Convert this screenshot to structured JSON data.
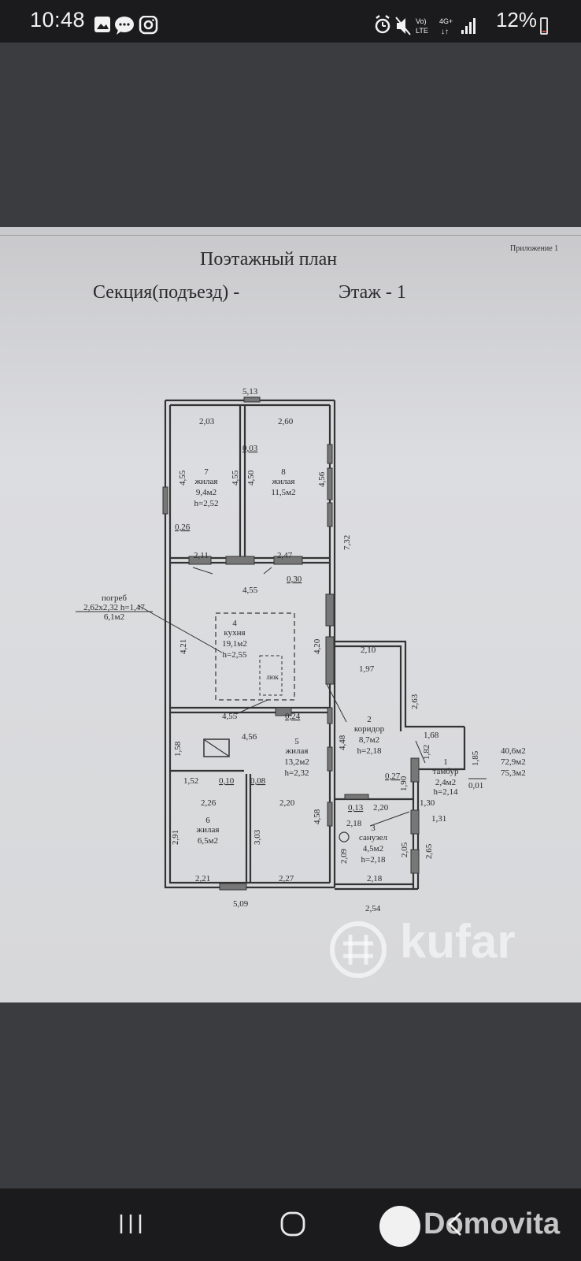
{
  "status_bar": {
    "time": "10:48",
    "network_volte": "Vo) LTE",
    "network_4g": "4G+",
    "battery": "12%",
    "icons": [
      "gallery-icon",
      "messages-icon",
      "instagram-icon",
      "alarm-icon",
      "mute-icon",
      "signal-icon",
      "battery-icon"
    ]
  },
  "document": {
    "annex": "Приложение 1",
    "title": "Поэтажный план",
    "section": "Секция(подъезд) -",
    "floor": "Этаж - 1"
  },
  "plan": {
    "dims": {
      "top": "5,13",
      "r7_top": "2,03",
      "r8_top": "2,60",
      "w003": "0,03",
      "r7_left": "4,55",
      "r7_right": "4,55",
      "r8_left": "4,50",
      "r8_right": "4,56",
      "side_732": "7,32",
      "w026": "0,26",
      "r7_bottom": "2,11",
      "r8_bottom": "2,47",
      "w030": "0,30",
      "kitchen_top": "4,55",
      "kitchen_left": "4,21",
      "kitchen_right": "4,20",
      "cor_top1": "2,10",
      "cor_top2": "1,97",
      "cor_right": "2,63",
      "kitchen_bottom": "4,55",
      "w024": "0,24",
      "r5_top": "4,56",
      "r5_448": "4,48",
      "t168": "1,68",
      "t182": "1,82",
      "t185": "1,85",
      "r6_158": "1,58",
      "r6_152": "1,52",
      "w010": "0,10",
      "w008": "0,08",
      "r6_226": "2,26",
      "r5_220": "2,20",
      "w027": "0,27",
      "t190": "1,90",
      "w001": "0,01",
      "t130": "1,30",
      "t131": "1,31",
      "w013": "0,13",
      "s220": "2,20",
      "s218": "2,18",
      "r5_458": "4,58",
      "r6_291": "2,91",
      "r6_303": "3,03",
      "s209": "2,09",
      "s205": "2,05",
      "s265": "2,65",
      "r6_bottom": "2,21",
      "r5_bottom": "2,27",
      "s_bottom": "2,18",
      "bottom_total": "5,09",
      "bottom_right": "2,54"
    },
    "rooms": {
      "r7": {
        "num": "7",
        "name": "жилая",
        "area": "9,4м2",
        "h": "h=2,52"
      },
      "r8": {
        "num": "8",
        "name": "жилая",
        "area": "11,5м2"
      },
      "r4": {
        "num": "4",
        "name": "кухня",
        "area": "19,1м2",
        "h": "h=2,55",
        "hatch": "люк"
      },
      "r2": {
        "num": "2",
        "name": "коридор",
        "area": "8,7м2",
        "h": "h=2,18"
      },
      "r5": {
        "num": "5",
        "name": "жилая",
        "area": "13,2м2",
        "h": "h=2,32"
      },
      "r1": {
        "num": "1",
        "name": "тамбур",
        "area": "2,4м2",
        "h": "h=2,14"
      },
      "r6": {
        "num": "6",
        "name": "жилая",
        "area": "6,5м2"
      },
      "r3": {
        "num": "3",
        "name": "санузел",
        "area": "4,5м2",
        "h": "h=2,18"
      }
    },
    "cellar": {
      "name": "погреб",
      "size": "2,62х2,32 h=1,47",
      "area": "6,1м2"
    },
    "totals": [
      "40,6м2",
      "72,9м2",
      "75,3м2"
    ]
  },
  "watermarks": {
    "kufar": "kufar",
    "domovita": "Domovita"
  },
  "nav": {
    "buttons": [
      "recents-button",
      "home-button",
      "back-button"
    ]
  }
}
